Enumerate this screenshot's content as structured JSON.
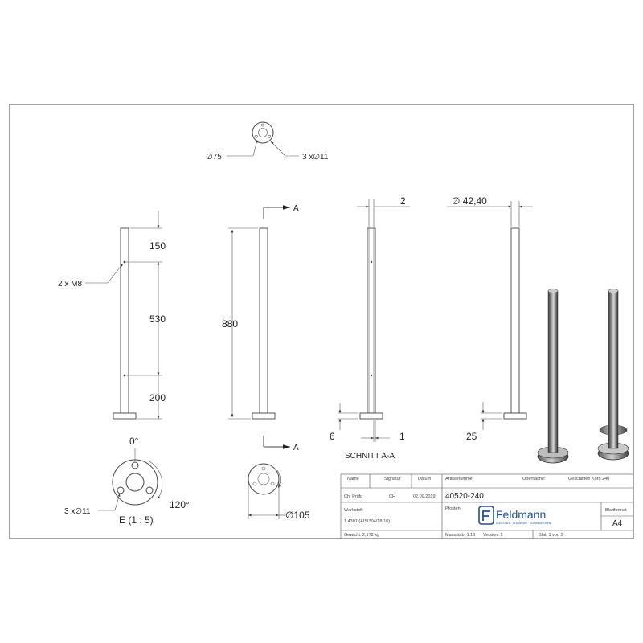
{
  "top_view": {
    "hole_pattern": "3 x∅11",
    "diameter": "∅75"
  },
  "front_view": {
    "thread_label": "2 x M8",
    "dim_top": "150",
    "dim_mid": "530",
    "dim_bottom": "200"
  },
  "side_view": {
    "height": "880",
    "section_mark_top": "A",
    "section_mark_bottom": "A"
  },
  "section_view": {
    "wall": "2",
    "base_thickness": "6",
    "offset": "1",
    "caption": "SCHNITT A-A"
  },
  "outer_view": {
    "tube_diameter": "∅ 42,40",
    "base_height": "25"
  },
  "detail_e": {
    "angle_0": "0°",
    "angle_120": "120°",
    "holes": "3 x∅11",
    "caption": "E (1 : 5)"
  },
  "flange_view": {
    "diameter": "∅105"
  },
  "title_block": {
    "hdr_name": "Name",
    "hdr_signature": "Signatur",
    "hdr_date": "Datum",
    "hdr_article": "Artikelnummer",
    "hdr_surface": "Oberfläche:",
    "surface_value": "Geschliffen Korn 240",
    "row_role": "Ch. Prüfg",
    "row_sign": "CH",
    "row_date": "02.09.2019",
    "article_number": "40520-240",
    "material_label": "Werkstoff:",
    "material_value": "1.4301 (AISI304/18-10)",
    "designation_label": "Pfosten",
    "brand_name": "Feldmann",
    "brand_tagline": "EDELSTAHL · ALUMINIUM · SCHMIEDEEISEN",
    "format_label": "Blattformat",
    "format_value": "A4",
    "weight": "Gewicht: 2,172 kg",
    "scale": "Massstab: 1:10",
    "version": "Version: 1",
    "sheet": "Blatt 1 von 5"
  }
}
